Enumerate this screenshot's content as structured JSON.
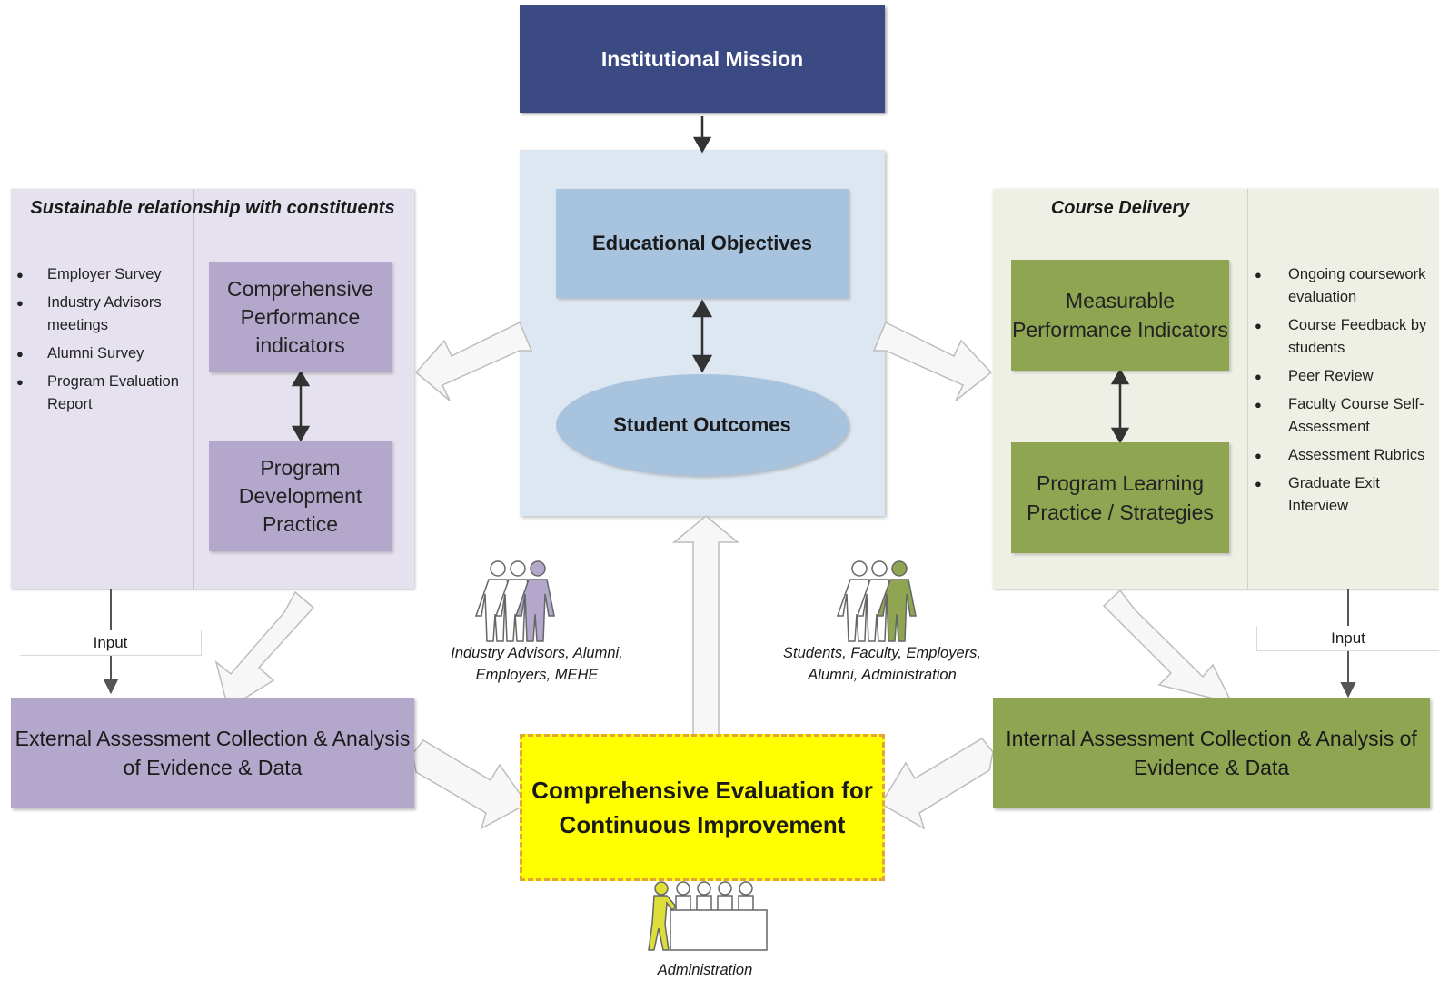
{
  "mission": "Institutional Mission",
  "center": {
    "objectives": "Educational Objectives",
    "outcomes": "Student Outcomes"
  },
  "left": {
    "title": "Sustainable relationship with constituents",
    "items": [
      "Employer Survey",
      "Industry Advisors meetings",
      "Alumni Survey",
      "Program Evaluation Report"
    ],
    "box_top": "Comprehensive Performance indicators",
    "box_bottom": "Program Development Practice",
    "input_label": "Input",
    "assessment": "External Assessment Collection & Analysis of Evidence & Data",
    "stakeholders_caption": "Industry Advisors, Alumni, Employers, MEHE"
  },
  "right": {
    "title": "Course Delivery",
    "items": [
      "Ongoing coursework evaluation",
      "Course Feedback by students",
      "Peer Review",
      "Faculty Course Self-Assessment",
      "Assessment Rubrics",
      "Graduate Exit Interview"
    ],
    "box_top": "Measurable Performance Indicators",
    "box_bottom": "Program Learning Practice / Strategies",
    "input_label": "Input",
    "assessment": "Internal Assessment Collection & Analysis of Evidence & Data",
    "stakeholders_caption": "Students, Faculty, Employers, Alumni, Administration"
  },
  "evaluation": "Comprehensive Evaluation for Continuous Improvement",
  "admin_caption": "Administration",
  "colors": {
    "mission": "#3b4a82",
    "center_panel": "#dde7f1",
    "center_shapes": "#a7c3de",
    "purple": "#b3a7cb",
    "purple_panel": "#e6e1ee",
    "green": "#8fa552",
    "green_panel": "#eef0e6",
    "evaluation": "#ffff00"
  },
  "icons": [
    "people-group-purple-icon",
    "people-group-green-icon",
    "meeting-table-icon"
  ]
}
